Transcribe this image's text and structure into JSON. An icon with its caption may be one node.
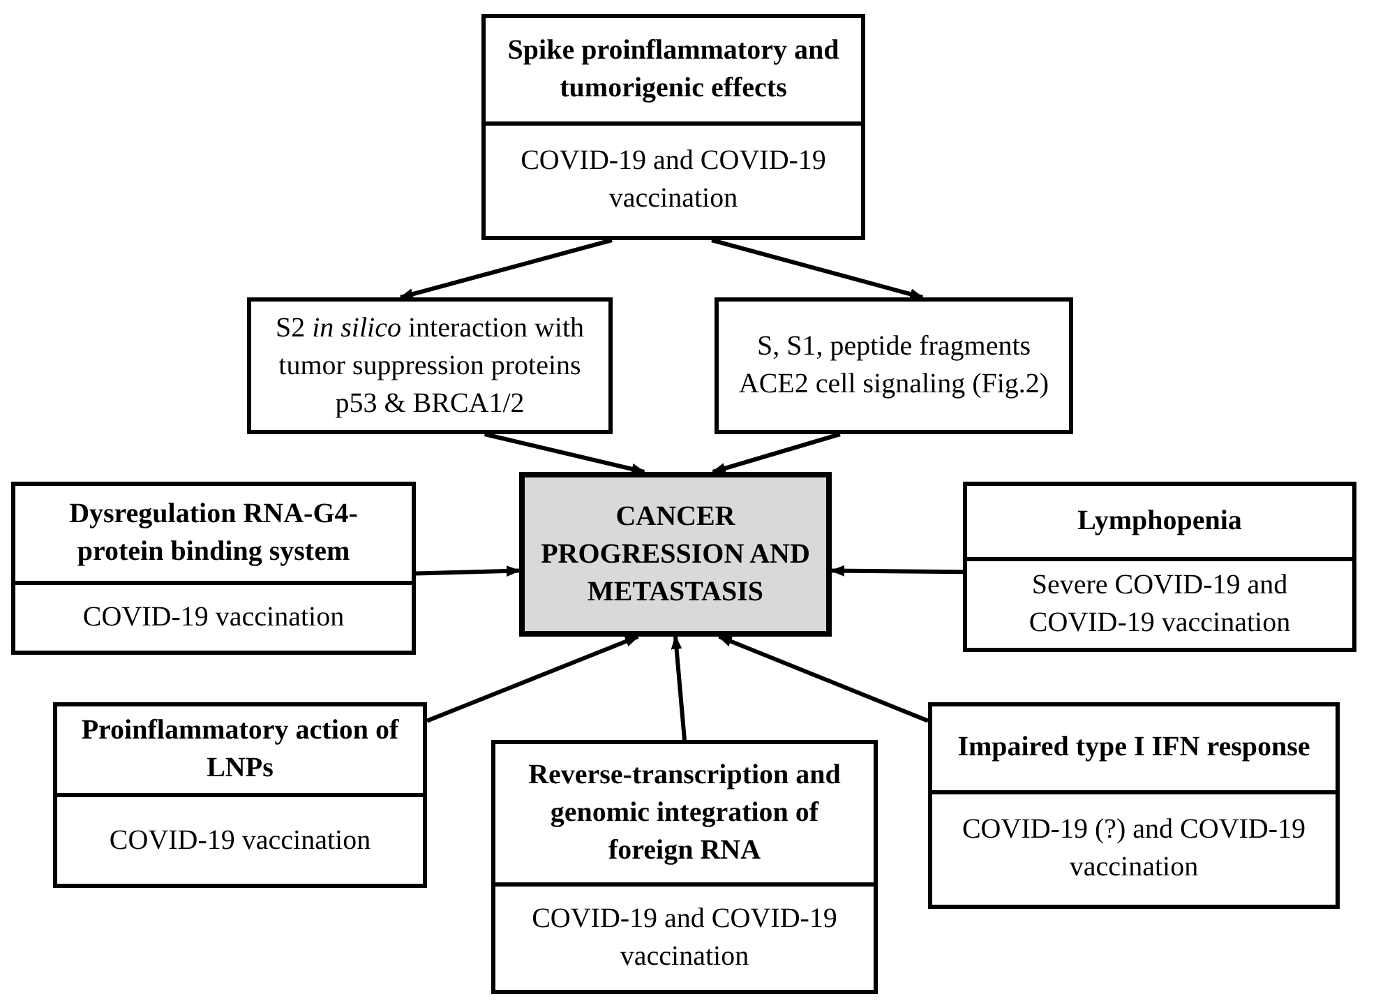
{
  "diagram": {
    "nodes": [
      {
        "text": [
          "Spike proinflammatory and tumorigenic effects",
          "COVID-19 and COVID-19 vaccination"
        ]
      },
      {
        "text": [
          "S2 *in silico* interaction with tumor suppression proteins p53 & BRCA1/2"
        ]
      },
      {
        "text": [
          "S, S1, peptide fragments ACE2 cell signaling (Fig.2)"
        ]
      },
      {
        "text": [
          "Dysregulation RNA-G4-protein binding system",
          "COVID-19 vaccination"
        ]
      },
      {
        "text": [
          "CANCER PROGRESSION AND METASTASIS"
        ]
      },
      {
        "text": [
          "Lymphopenia",
          "Severe COVID-19 and COVID-19 vaccination"
        ]
      },
      {
        "text": [
          "Proinflammatory action of LNPs",
          "COVID-19 vaccination"
        ]
      },
      {
        "text": [
          "Reverse-transcription and genomic integration of foreign RNA",
          "COVID-19 and COVID-19 vaccination"
        ]
      },
      {
        "text": [
          "Impaired type I IFN response",
          "COVID-19 (?) and COVID-19 vaccination"
        ]
      }
    ],
    "edges": [
      {
        "from": 0,
        "to": 1,
        "arrow": "to"
      },
      {
        "from": 0,
        "to": 2,
        "arrow": "to"
      },
      {
        "from": 1,
        "to": 4,
        "arrow": "to"
      },
      {
        "from": 2,
        "to": 4,
        "arrow": "to"
      },
      {
        "from": 3,
        "to": 4,
        "arrow": "to"
      },
      {
        "from": 5,
        "to": 4,
        "arrow": "to"
      },
      {
        "from": 6,
        "to": 4,
        "arrow": "to"
      },
      {
        "from": 7,
        "to": 4,
        "arrow": "to"
      },
      {
        "from": 8,
        "to": 4,
        "arrow": "to"
      }
    ]
  }
}
